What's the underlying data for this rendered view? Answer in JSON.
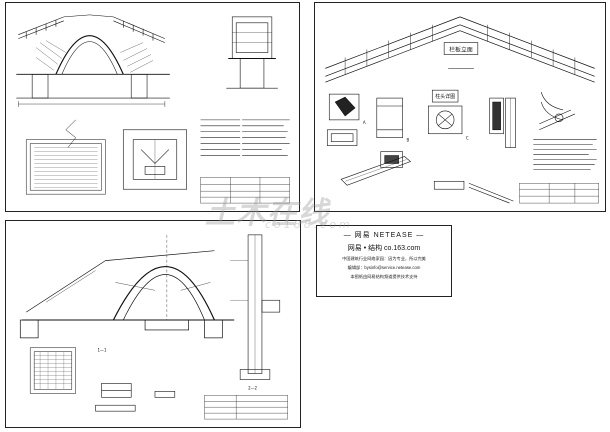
{
  "info_box": {
    "line1": "— 网易  NETEASE —",
    "line2": "网易 • 结构  co.163.com",
    "line3": "中国建筑行业网络家园：因为专业，所以完美",
    "line4": "编辑部：bysinfo@service.netease.com",
    "line5": "本图纸由网易结构频道提供技术支持"
  },
  "watermark": {
    "main": "土木在线",
    "sub": "co188.com"
  },
  "sheet_b": {
    "label_boxes": [
      "栏板立面",
      "柱头详图"
    ],
    "section_marks": [
      "A",
      "B",
      "C"
    ]
  },
  "sheet_c": {
    "section_marks": [
      "1—1",
      "2—2"
    ]
  },
  "colors": {
    "line": "#111111",
    "sheet_border": "#222222",
    "watermark": "#969696"
  }
}
